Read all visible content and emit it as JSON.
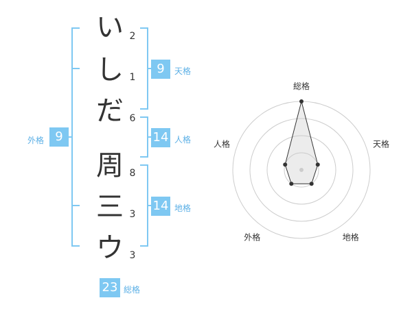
{
  "name": {
    "chars": [
      {
        "char": "い",
        "strokes": "2"
      },
      {
        "char": "し",
        "strokes": "1"
      },
      {
        "char": "だ",
        "strokes": "6"
      },
      {
        "char": "周",
        "strokes": "8"
      },
      {
        "char": "三",
        "strokes": "3"
      },
      {
        "char": "ウ",
        "strokes": "3"
      }
    ]
  },
  "scores": {
    "tenkaku": {
      "value": "9",
      "label": "天格"
    },
    "jinkaku": {
      "value": "14",
      "label": "人格"
    },
    "chikaku": {
      "value": "14",
      "label": "地格"
    },
    "gaikaku": {
      "value": "9",
      "label": "外格"
    },
    "soukaku": {
      "value": "23",
      "label": "総格"
    }
  },
  "radar": {
    "axes": [
      "総格",
      "天格",
      "地格",
      "外格",
      "人格"
    ],
    "levels": 4,
    "values": [
      4,
      1,
      1,
      1,
      1
    ],
    "max": 4
  },
  "colors": {
    "accent": "#7ec8f2",
    "text": "#333333",
    "grid": "#cccccc"
  }
}
